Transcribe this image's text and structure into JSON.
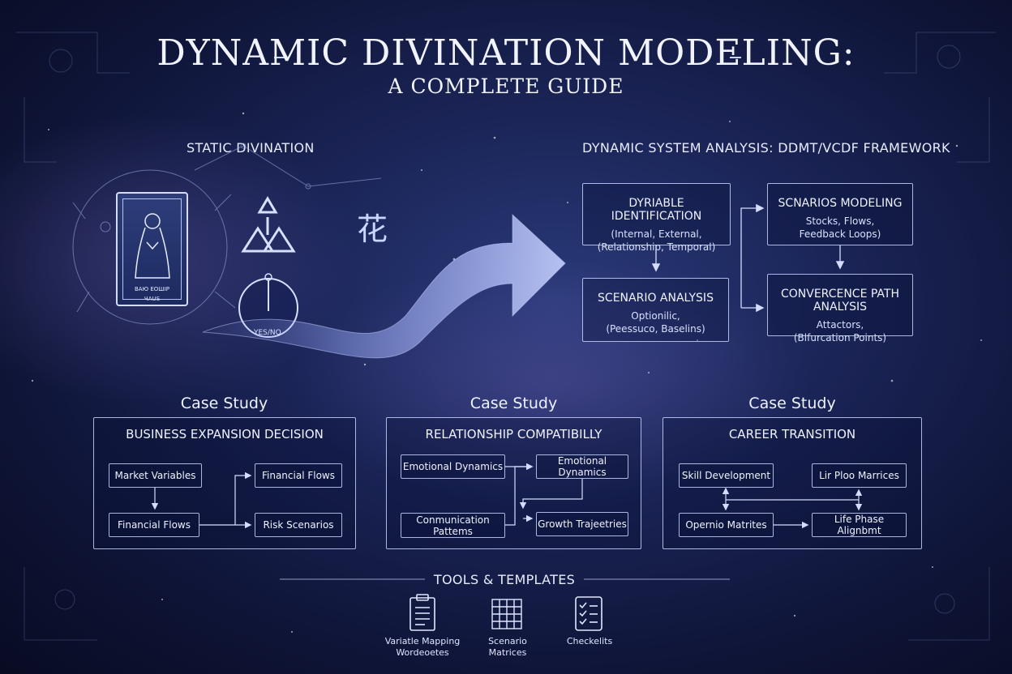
{
  "title": {
    "line1": "DYNAMIC DIVINATION MODELING:",
    "line2": "A COMPLETE GUIDE"
  },
  "static": {
    "heading": "STATIC DIVINATION",
    "tarot_caption": "ВАЮ ЕОШІР",
    "tarot_sub": "ЧАUS",
    "dial_label": "YES/NO",
    "glyph": "花"
  },
  "framework": {
    "heading": "DYNAMIC SYSTEM ANALYSIS: DDMT/VCDF FRAMEWORK",
    "boxes": [
      {
        "title": "DYRIABLE IDENTIFICATION",
        "lines": [
          "(Internal, External,",
          "(Relationship, Temporal)"
        ]
      },
      {
        "title": "SCNARIOS MODELING",
        "lines": [
          "Stocks, Flows,",
          "Feedback Loops)"
        ]
      },
      {
        "title": "SCENARIO ANALYSIS",
        "lines": [
          "Optionilic,",
          "(Peessuco, Baselins)"
        ]
      },
      {
        "title": "CONVERCENCE PATH ANALYSIS",
        "lines": [
          "Attactors,",
          "(Blfurcation Points)"
        ]
      }
    ]
  },
  "cases": [
    {
      "heading": "Case Study",
      "title": "BUSINESS EXPANSION DECISION",
      "boxes": [
        "Market Variables",
        "Financial Flows",
        "Financial Flows",
        "Risk Scenarios"
      ]
    },
    {
      "heading": "Case Study",
      "title": "RELATIONSHIP COMPATIBILLY",
      "boxes": [
        "Emotional Dynamics",
        "Emotional Dynamics",
        "Conmunication Pattems",
        "Growth Trajeetries"
      ]
    },
    {
      "heading": "Case Study",
      "title": "CAREER TRANSITION",
      "boxes": [
        "Skill Development",
        "Lir Ploo Marrices",
        "Opernio Matrites",
        "Life Phase Alignbmt"
      ]
    }
  ],
  "tools": {
    "heading": "TOOLS & TEMPLATES",
    "items": [
      {
        "icon": "clipboard-icon",
        "line1": "Variatle Mapping",
        "line2": "Wordeoetes"
      },
      {
        "icon": "grid-icon",
        "line1": "Scenario",
        "line2": "Matrices"
      },
      {
        "icon": "checklist-icon",
        "line1": "Checkelits",
        "line2": ""
      }
    ]
  },
  "colors": {
    "accent": "#c9d3ff",
    "arrow": "#a9b8ff",
    "line": "#d4dcff"
  }
}
